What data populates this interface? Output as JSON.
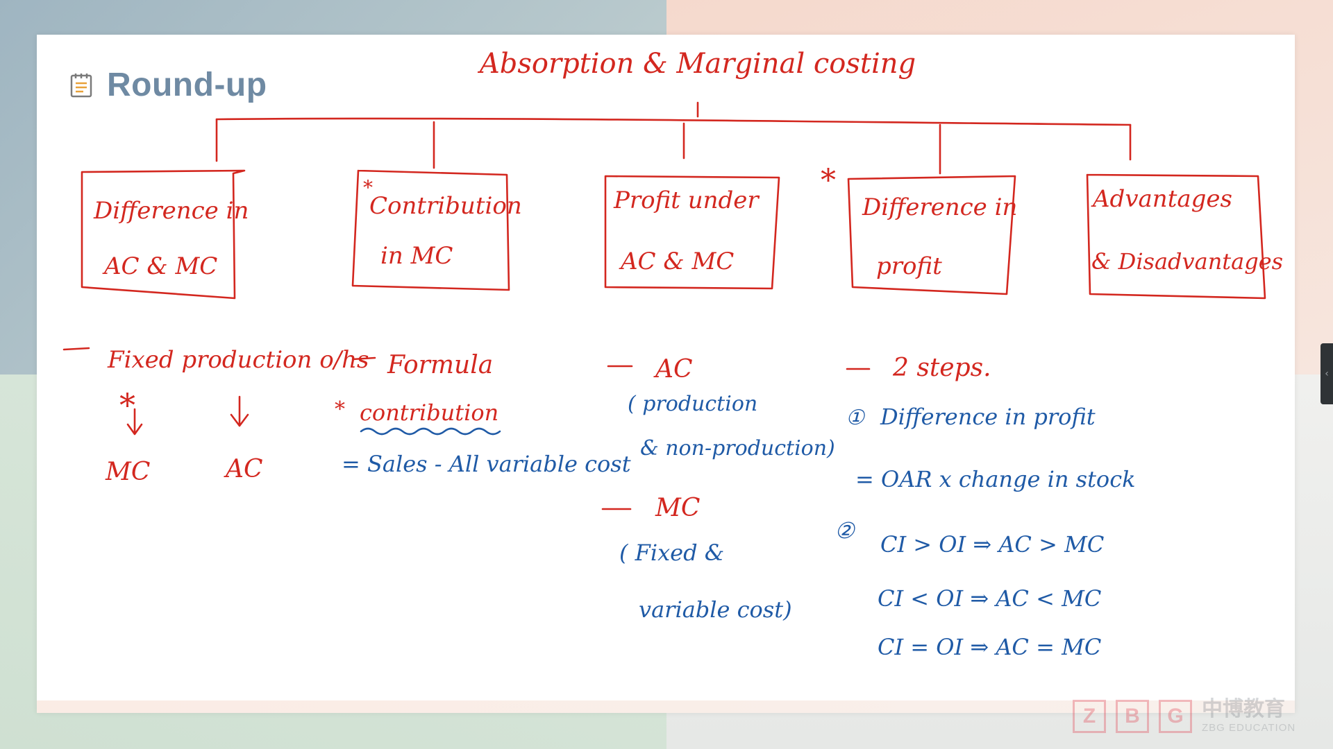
{
  "heading": {
    "title": "Round-up",
    "icon": "notepad-icon"
  },
  "board": {
    "title": "Absorption & Marginal costing",
    "boxes": [
      {
        "line1": "Difference in",
        "line2": "AC & MC",
        "star": ""
      },
      {
        "line1": "Contribution",
        "line2": "in MC",
        "star": "*"
      },
      {
        "line1": "Profit under",
        "line2": "AC & MC",
        "star": ""
      },
      {
        "line1": "Difference in",
        "line2": "profit",
        "star": "*"
      },
      {
        "line1": "Advantages",
        "line2": "& Disadvantages",
        "star": ""
      }
    ],
    "col1": {
      "dash_text": "Fixed production o/hs",
      "star": "*",
      "arrow": "↓",
      "left_label": "MC",
      "right_label": "AC"
    },
    "col2": {
      "dash_text": "Formula",
      "star": "*",
      "contribution": "contribution",
      "formula": "= Sales - All variable cost"
    },
    "col3": {
      "ac_label": "AC",
      "ac_note_1": "( production",
      "ac_note_2": "& non-production)",
      "mc_label": "MC",
      "mc_note_1": "( Fixed &",
      "mc_note_2": "variable cost)"
    },
    "col4": {
      "dash_text": "2 steps.",
      "step1_num": "①",
      "step1_text": "Difference in profit",
      "step1_formula": "= OAR x change in stock",
      "step2_num": "②",
      "rule1": "CI > OI ⇒ AC > MC",
      "rule2": "CI < OI ⇒ AC < MC",
      "rule3": "CI = OI ⇒ AC = MC"
    }
  },
  "watermark": {
    "box_letters": [
      "Z",
      "B",
      "G"
    ],
    "cn": "中博教育",
    "en": "ZBG EDUCATION"
  },
  "side_tab": {
    "icon": "chevron-left-icon",
    "glyph": "‹"
  },
  "colors": {
    "red_ink": "#d3271f",
    "blue_ink": "#1f5aa6",
    "title": "#6f8aa3"
  }
}
